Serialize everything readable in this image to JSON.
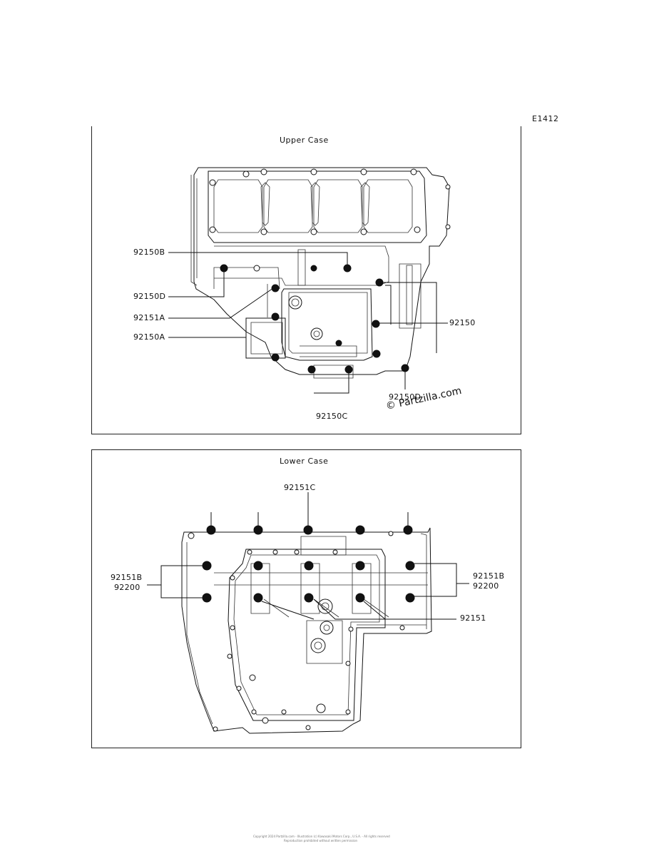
{
  "diagram_code": "E1412",
  "upper_case": {
    "title": "Upper Case",
    "labels": {
      "l_92150B": "92150B",
      "l_92150D_left": "92150D",
      "l_92151A": "92151A",
      "l_92150A": "92150A",
      "l_92150": "92150",
      "l_92150D_bottom": "92150D",
      "l_92150C": "92150C"
    },
    "watermark": "© Partzilla.com"
  },
  "lower_case": {
    "title": "Lower Case",
    "labels": {
      "l_92151C": "92151C",
      "l_92151B_left": "92151B",
      "l_92200_left": "92200",
      "l_92151B_right": "92151B",
      "l_92200_right": "92200",
      "l_92151": "92151"
    }
  },
  "footer": {
    "line1": "Copyright 2024 Partzilla.com - Illustration (c) Kawasaki Motors Corp., U.S.A. - All rights reserved",
    "line2": "Reproduction prohibited without written permission"
  }
}
